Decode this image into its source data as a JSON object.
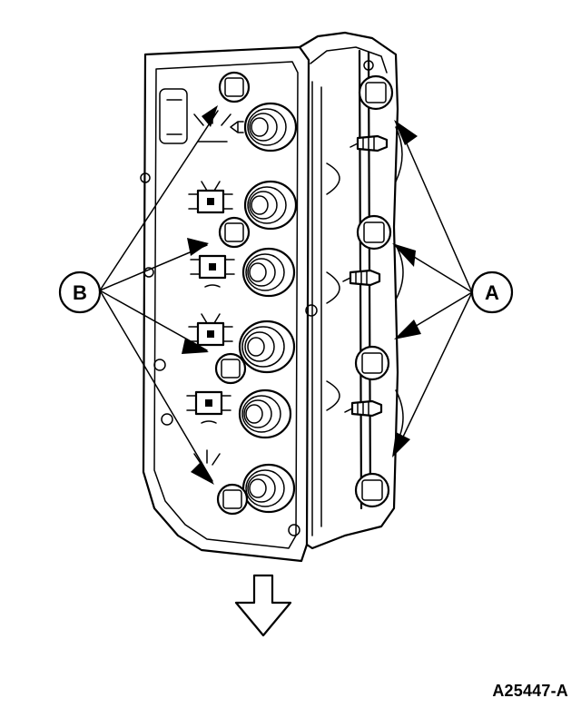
{
  "callouts": {
    "a_label": "A",
    "b_label": "B"
  },
  "figure_id": "A25447-A",
  "icons": [
    "cylinder-head-drawing",
    "valve-spring-icon",
    "bolt-icon",
    "spark-plug-icon",
    "front-direction-arrow-icon"
  ]
}
